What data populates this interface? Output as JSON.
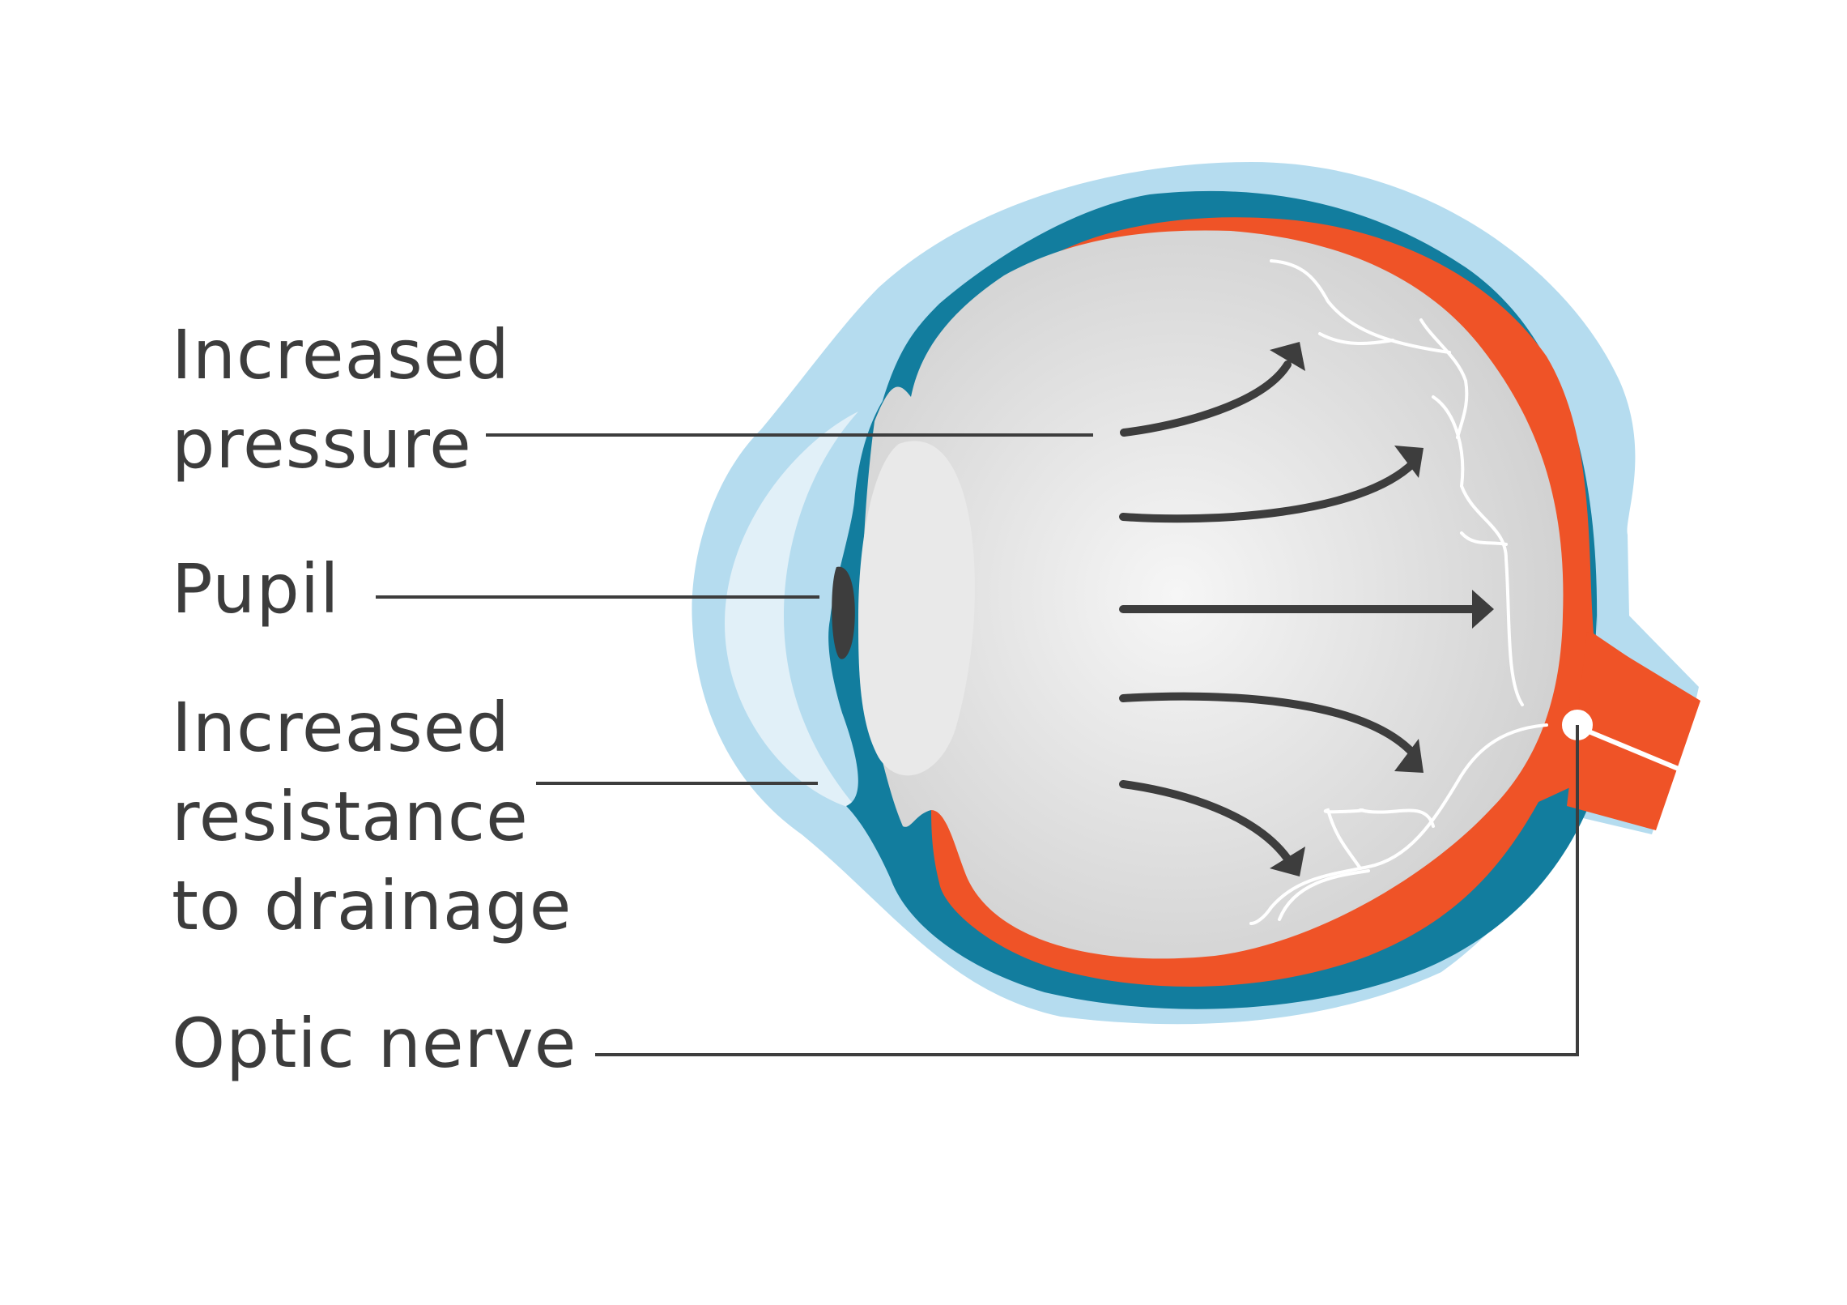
{
  "colors": {
    "sclera_outer": "#b5dcef",
    "cornea_light": "#e1f0f8",
    "choroid": "#127d9e",
    "retina": "#ef5327",
    "vitreous_center": "#f6f6f6",
    "vitreous_edge": "#d2d2d2",
    "lens": "#e9e9e9",
    "arrow": "#3d3d3d",
    "leader_line": "#3d3d3d",
    "nerve_fibers": "#ffffff",
    "text": "#3c3c3c"
  },
  "labels": {
    "increased_pressure": [
      "Increased",
      "pressure"
    ],
    "pupil": [
      "Pupil"
    ],
    "increased_resistance": [
      "Increased",
      "resistance",
      "to drainage"
    ],
    "optic_nerve": [
      "Optic nerve"
    ]
  },
  "icons": {
    "pressure_arrows": "curved-arrow-icon",
    "optic_disc": "optic-disc-icon"
  }
}
